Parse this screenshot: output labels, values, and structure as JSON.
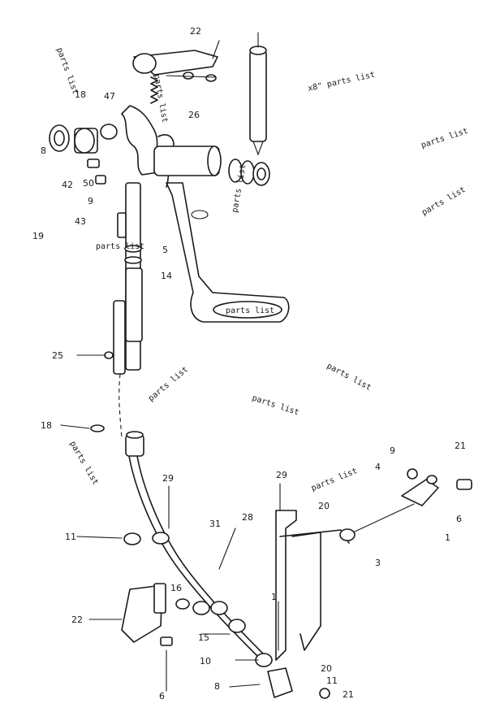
{
  "diagram": {
    "callouts": [
      "22",
      "18",
      "47",
      "8",
      "26",
      "42",
      "50",
      "9",
      "43",
      "19",
      "5",
      "14",
      "25",
      "18",
      "11",
      "29",
      "31",
      "28",
      "29",
      "9",
      "21",
      "4",
      "6",
      "1",
      "3",
      "20",
      "16",
      "15",
      "22",
      "10",
      "20",
      "11",
      "21",
      "8",
      "6",
      "1"
    ],
    "notes": [
      "x8\" parts list",
      "parts list",
      "parts list",
      "parts list",
      "parts list",
      "parts list",
      "parts list",
      "parts list",
      "parts list",
      "parts list",
      "parts list",
      "parts list",
      "parts list"
    ]
  }
}
